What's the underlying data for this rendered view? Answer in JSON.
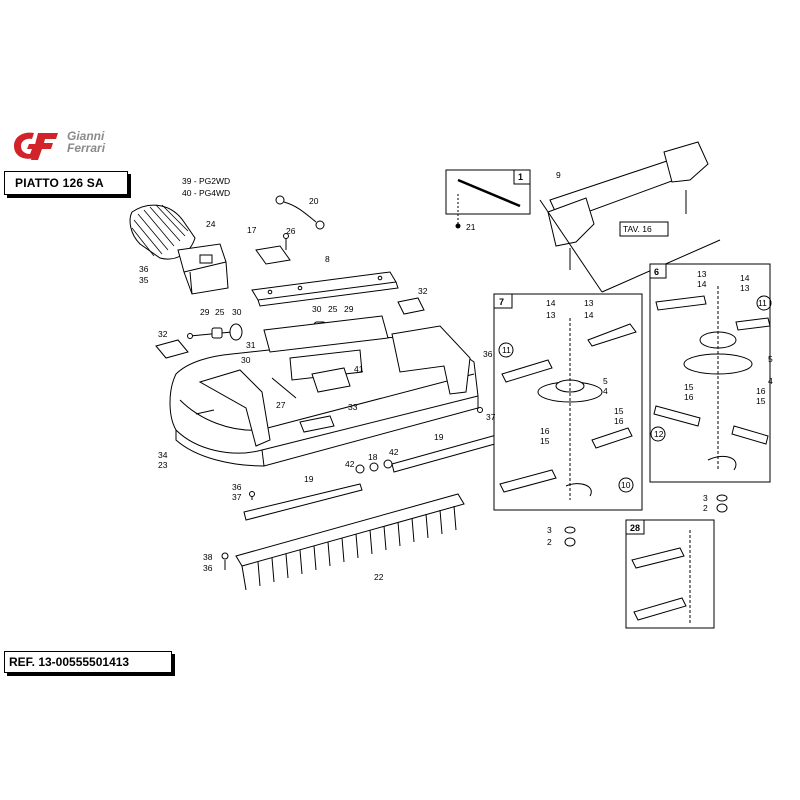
{
  "brand": {
    "mark": "GF",
    "name_line1": "Gianni",
    "name_line2": "Ferrari"
  },
  "title": "PIATTO 126 SA",
  "reference": "REF. 13-00555501413",
  "variant_notes": [
    "39 - PG2WD",
    "40 - PG4WD"
  ],
  "table_ref": "TAV. 16",
  "panel_numbers": [
    "1",
    "6",
    "7",
    "28"
  ],
  "callouts": [
    "1",
    "2",
    "3",
    "4",
    "5",
    "6",
    "7",
    "8",
    "9",
    "10",
    "11",
    "12",
    "13",
    "14",
    "15",
    "16",
    "17",
    "18",
    "19",
    "20",
    "21",
    "22",
    "23",
    "24",
    "25",
    "26",
    "27",
    "28",
    "29",
    "30",
    "31",
    "32",
    "33",
    "34",
    "35",
    "36",
    "37",
    "38",
    "39",
    "40",
    "41",
    "42"
  ],
  "colors": {
    "line": "#000000",
    "logo_red": "#d2232a",
    "logo_grey": "#8a8a8a"
  }
}
